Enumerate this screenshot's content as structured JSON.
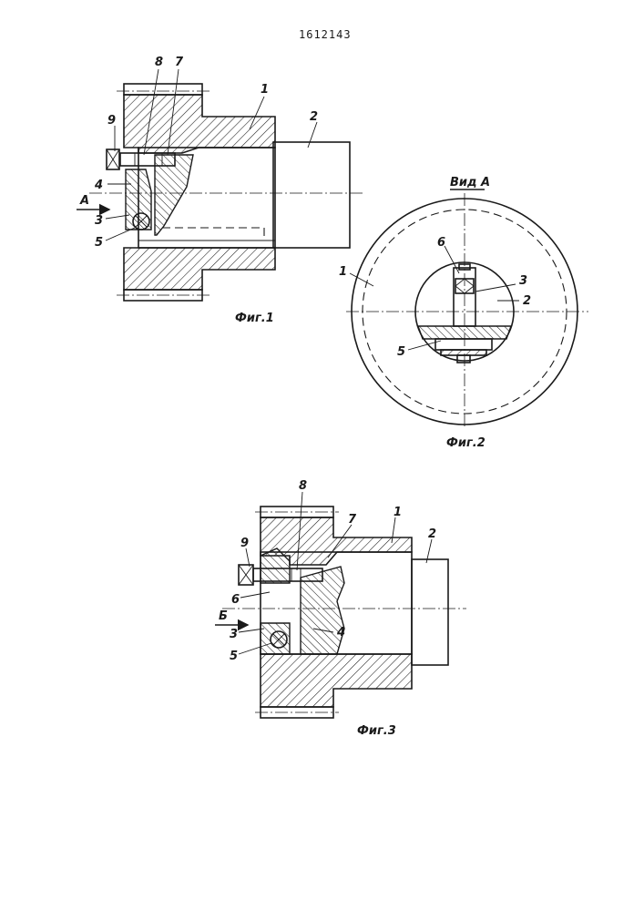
{
  "document": {
    "patent_number": "1612143"
  },
  "figures": [
    {
      "id": "fig1",
      "caption": "Фиг.1",
      "view_arrow": "А",
      "part_labels": [
        "1",
        "2",
        "4",
        "3",
        "5",
        "8",
        "7",
        "9"
      ]
    },
    {
      "id": "fig2",
      "caption": "Фиг.2",
      "view_title": "Вид А",
      "part_labels": [
        "1",
        "6",
        "3",
        "2",
        "5"
      ]
    },
    {
      "id": "fig3",
      "caption": "Фиг.3",
      "view_arrow": "Б",
      "part_labels": [
        "8",
        "7",
        "1",
        "2",
        "9",
        "6",
        "3",
        "5",
        "4"
      ]
    }
  ]
}
